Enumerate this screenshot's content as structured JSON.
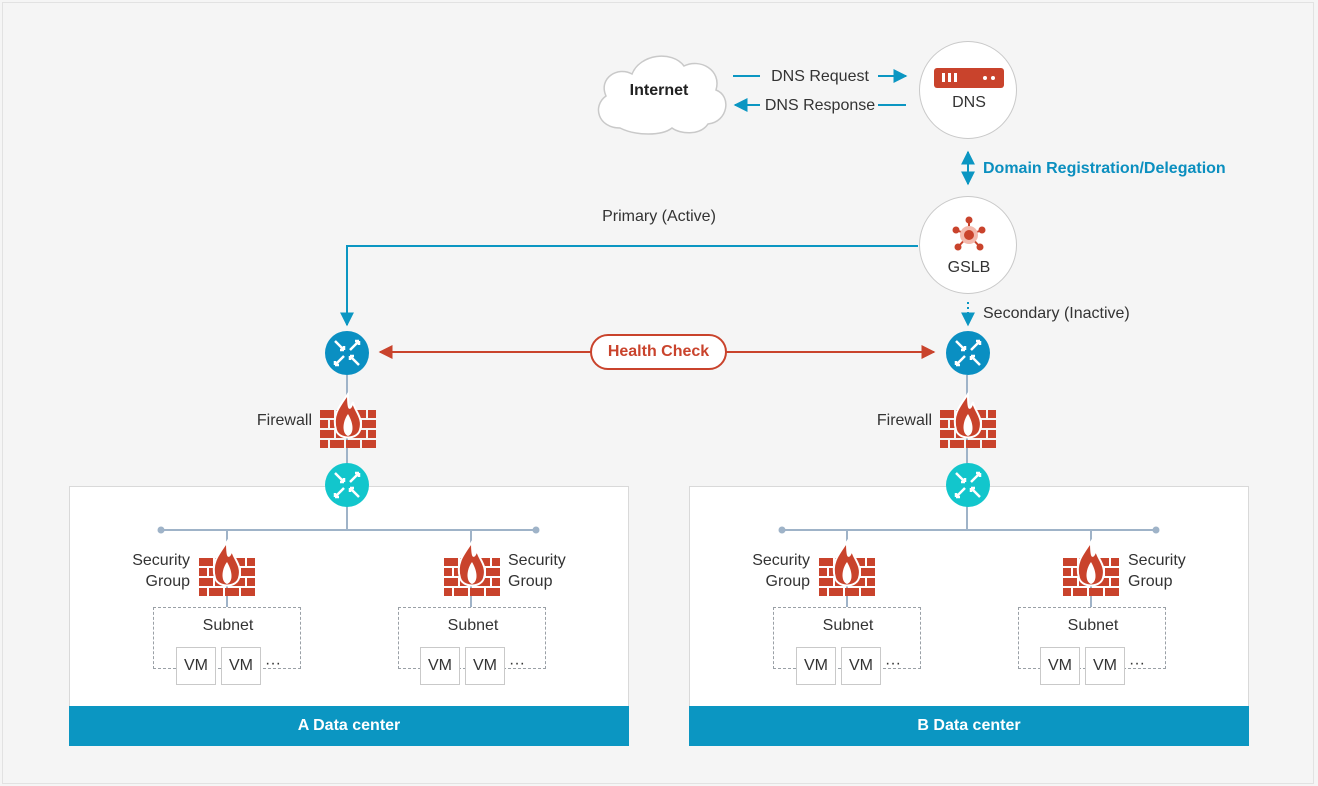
{
  "internet": {
    "label": "Internet"
  },
  "dns": {
    "label": "DNS",
    "request_label": "DNS Request",
    "response_label": "DNS Response",
    "delegation_label": "Domain Registration/Delegation"
  },
  "gslb": {
    "label": "GSLB",
    "primary_label": "Primary (Active)",
    "secondary_label": "Secondary (Inactive)"
  },
  "health_check": {
    "label": "Health Check"
  },
  "colors": {
    "accent_blue": "#0b96c2",
    "router_blue": "#0a8fc2",
    "router_teal": "#12c6cc",
    "alert_red": "#c9432c"
  },
  "datacenters": [
    {
      "title": "A Data center",
      "firewall_label": "Firewall",
      "groups": [
        {
          "sg_label": "Security\nGroup",
          "subnet_label": "Subnet",
          "vms": [
            "VM",
            "VM"
          ],
          "more": "···"
        },
        {
          "sg_label": "Security\nGroup",
          "subnet_label": "Subnet",
          "vms": [
            "VM",
            "VM"
          ],
          "more": "···"
        }
      ]
    },
    {
      "title": "B Data center",
      "firewall_label": "Firewall",
      "groups": [
        {
          "sg_label": "Security\nGroup",
          "subnet_label": "Subnet",
          "vms": [
            "VM",
            "VM"
          ],
          "more": "···"
        },
        {
          "sg_label": "Security\nGroup",
          "subnet_label": "Subnet",
          "vms": [
            "VM",
            "VM"
          ],
          "more": "···"
        }
      ]
    }
  ]
}
